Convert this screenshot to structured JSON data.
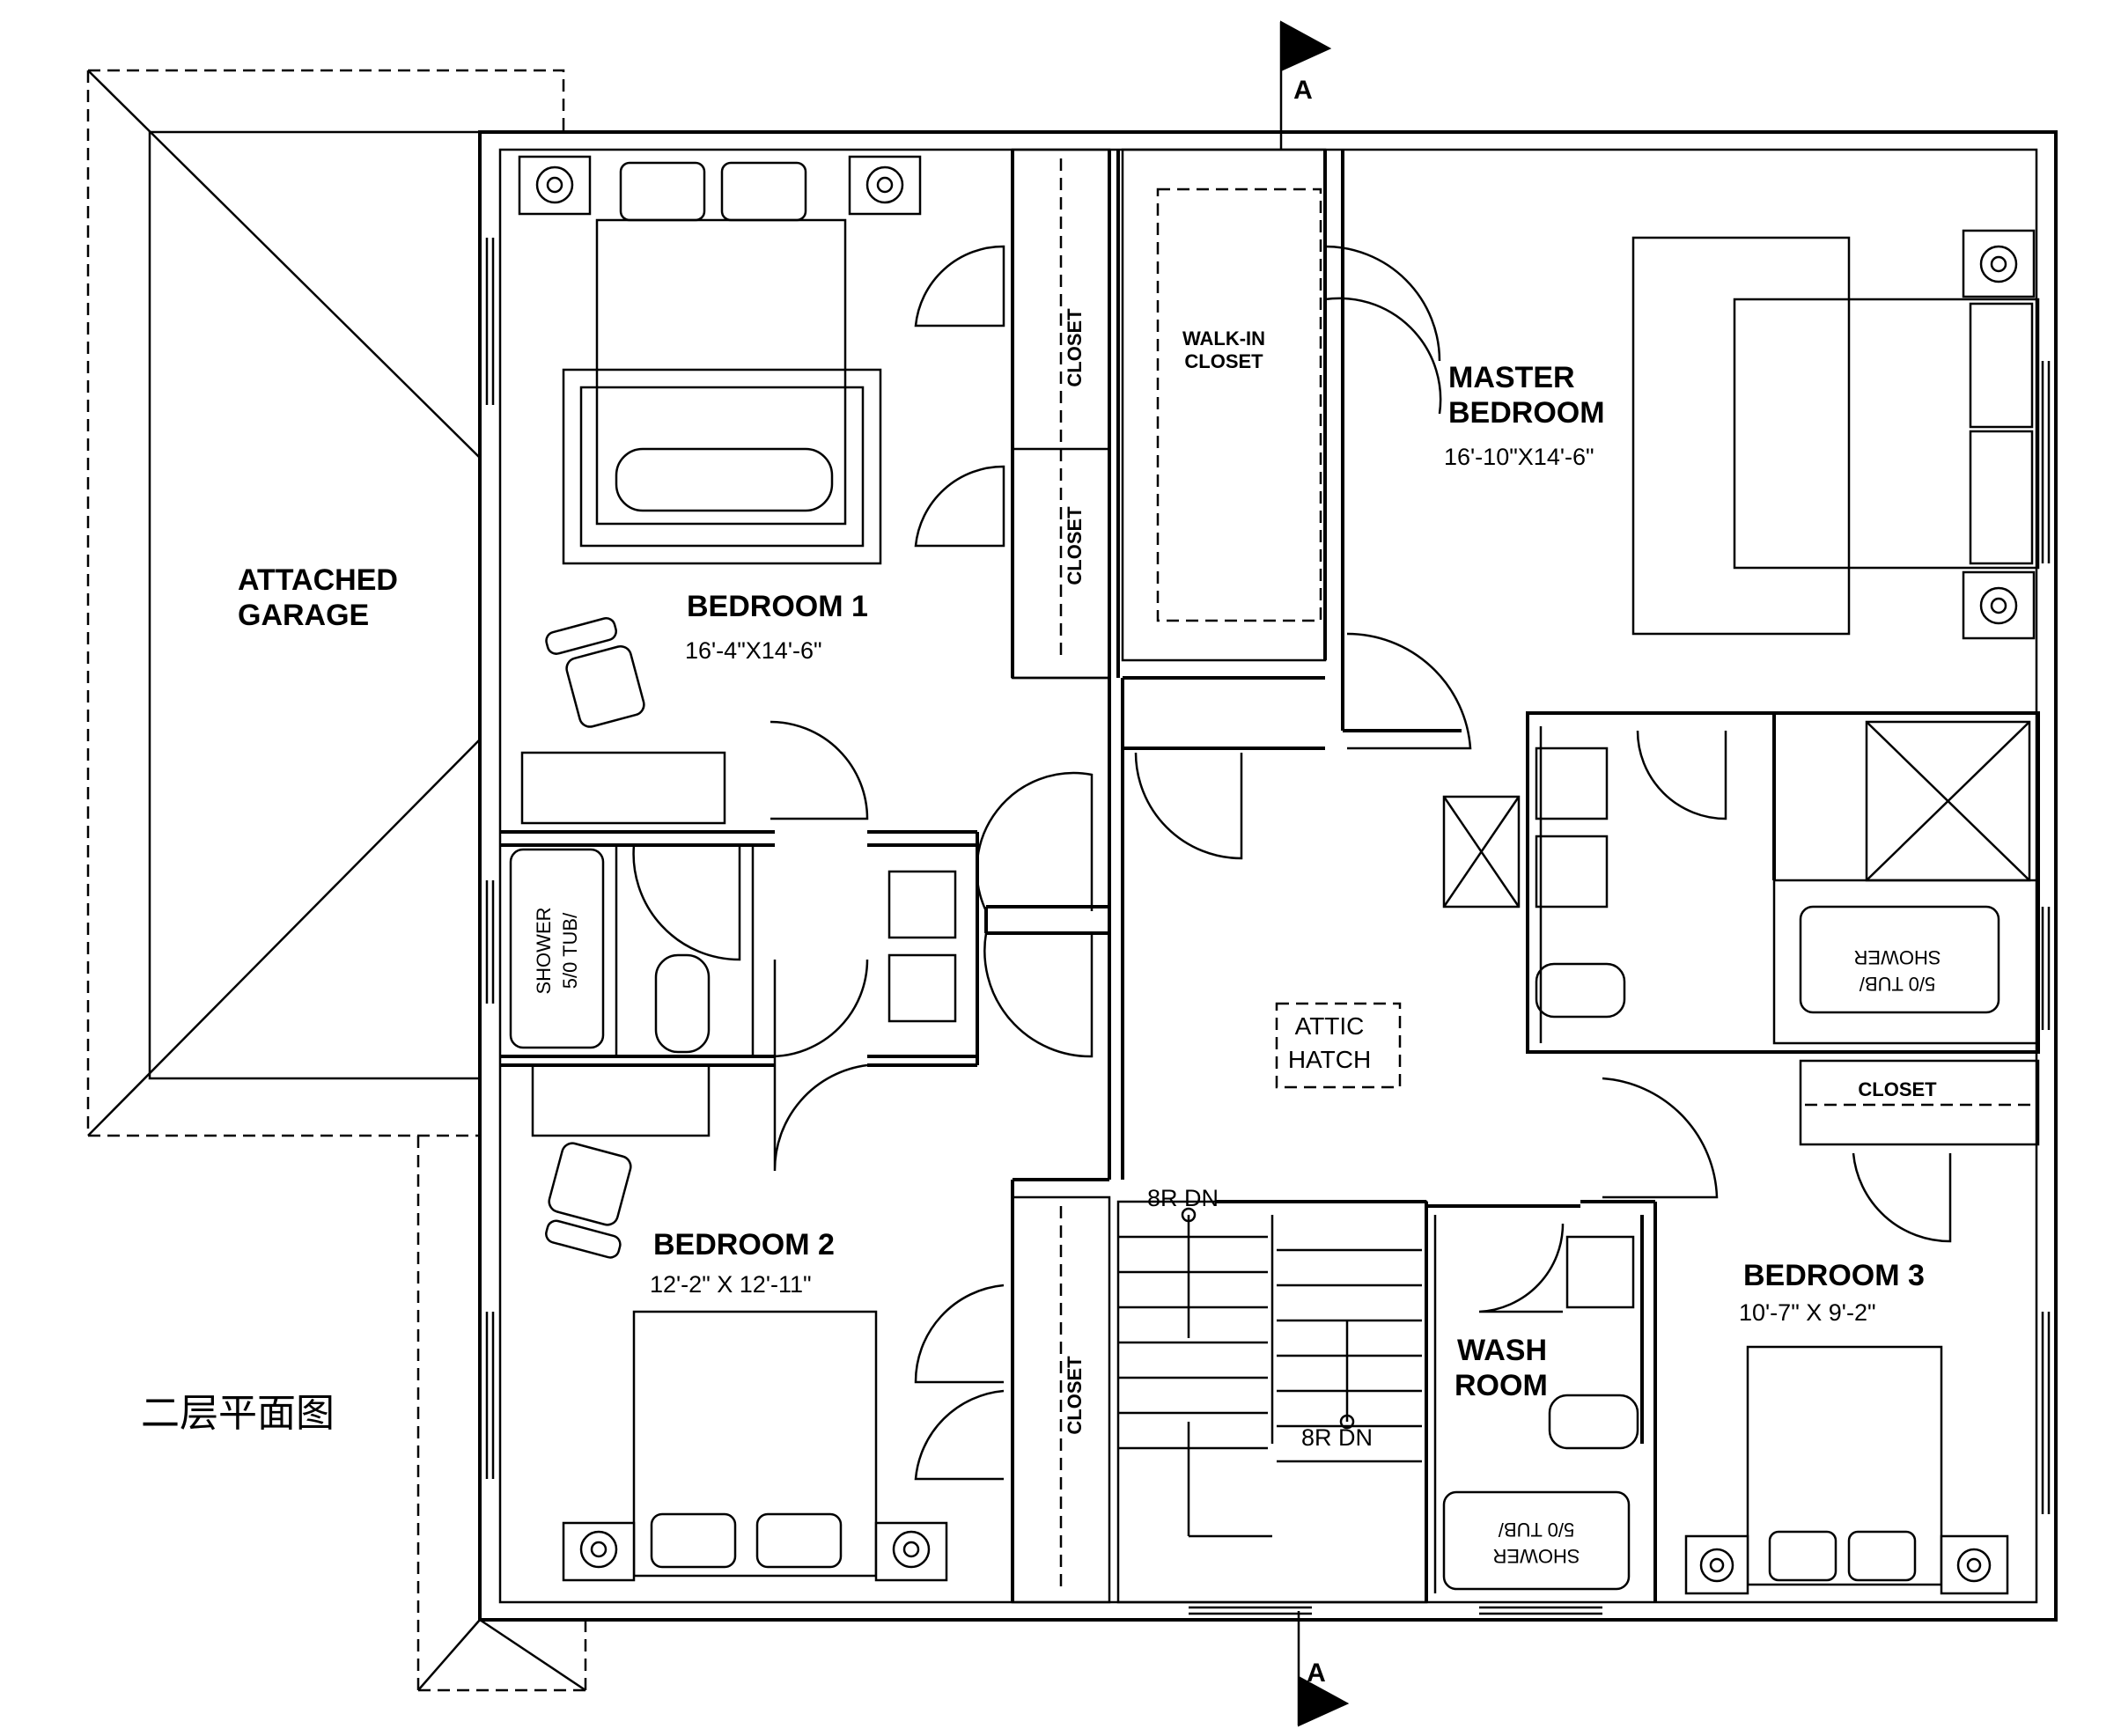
{
  "sheet_title": "二层平面图",
  "section_marks": {
    "top": "A",
    "bottom": "A"
  },
  "rooms": {
    "garage": {
      "line1": "ATTACHED",
      "line2": "GARAGE"
    },
    "bedroom1": {
      "name": "BEDROOM 1",
      "size": "16'-4\"X14'-6\""
    },
    "bedroom2": {
      "name": "BEDROOM 2",
      "size": "12'-2\" X 12'-11\""
    },
    "bedroom3": {
      "name": "BEDROOM 3",
      "size": "10'-7\" X 9'-2\""
    },
    "master": {
      "line1": "MASTER",
      "line2": "BEDROOM",
      "size": "16'-10\"X14'-6\""
    },
    "walkin": {
      "line1": "WALK-IN",
      "line2": "CLOSET"
    },
    "attic": {
      "line1": "ATTIC",
      "line2": "HATCH"
    },
    "washroom": {
      "line1": "WASH",
      "line2": "ROOM"
    }
  },
  "closet_label": "CLOSET",
  "fixtures": {
    "tub_line1": "SHOWER",
    "tub_line2": "5/0 TUB/",
    "tub_b_line1": "5/0 TUB/",
    "tub_b_line2": "SHOWER"
  },
  "stairs": {
    "upper": "8R DN",
    "lower": "8R DN"
  }
}
